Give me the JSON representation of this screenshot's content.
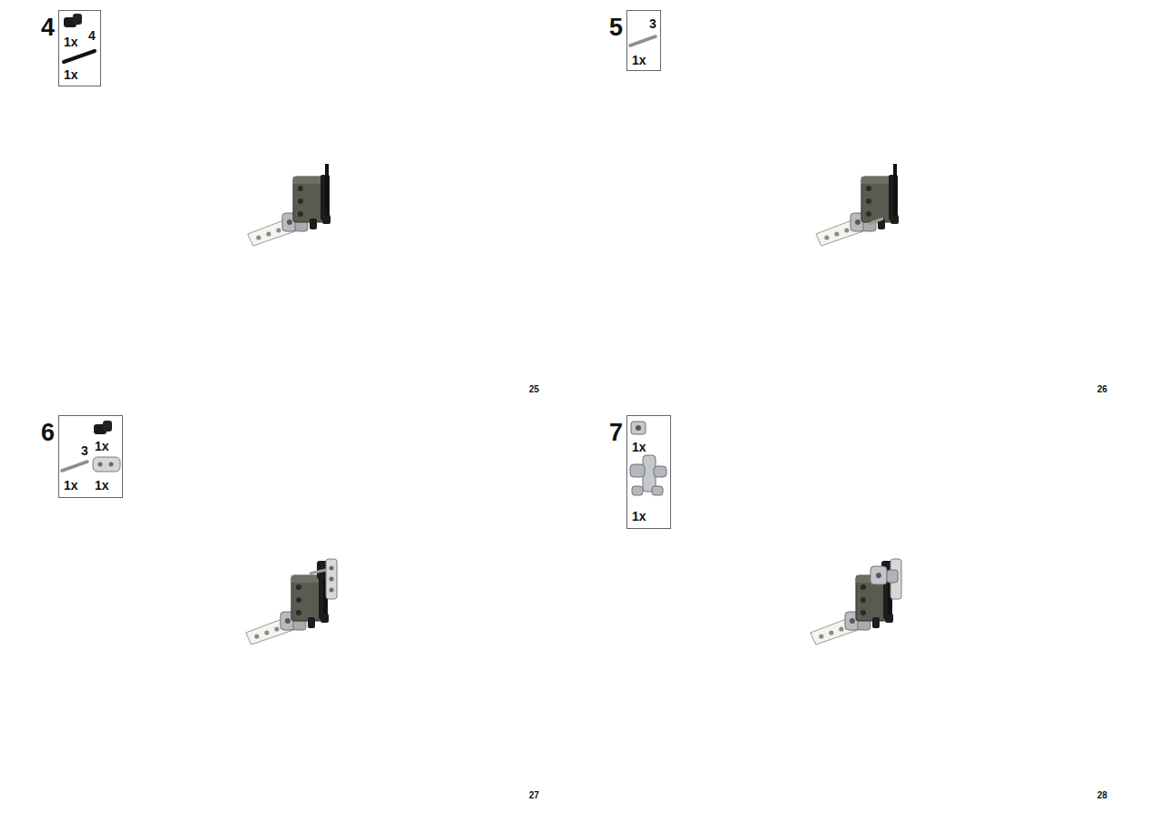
{
  "diagram": {
    "nodes": [
      {
        "text": [
          "4",
          "1x",
          "4",
          "1x"
        ]
      },
      {
        "text": [
          "5",
          "3",
          "1x"
        ]
      },
      {
        "text": [
          "6",
          "3",
          "1x",
          "1x",
          "1x"
        ]
      },
      {
        "text": [
          "7",
          "1x",
          "1x"
        ]
      }
    ],
    "labels": [
      "25",
      "26",
      "27",
      "28"
    ]
  }
}
